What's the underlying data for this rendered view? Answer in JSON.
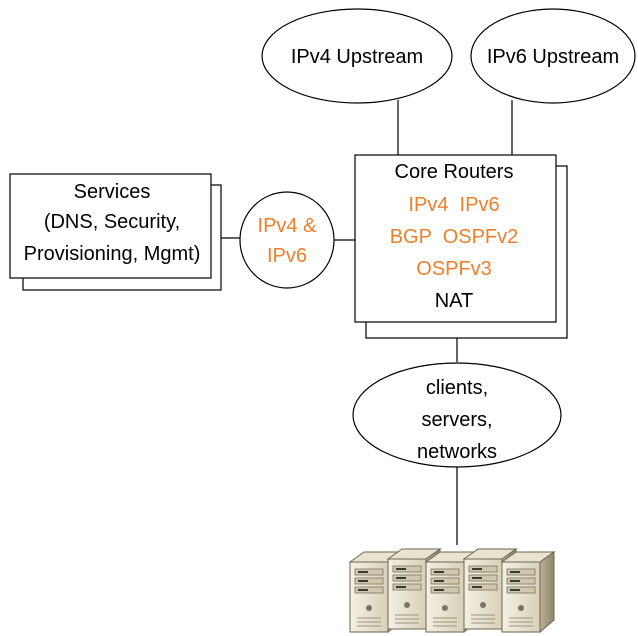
{
  "nodes": {
    "ipv4_upstream": {
      "label": "IPv4 Upstream"
    },
    "ipv6_upstream": {
      "label": "IPv6 Upstream"
    },
    "services": {
      "lines": [
        "Services",
        "(DNS, Security,",
        "Provisioning, Mgmt)"
      ]
    },
    "dual_stack": {
      "lines": [
        "IPv4 &",
        "IPv6"
      ]
    },
    "core_routers": {
      "title": "Core Routers",
      "protocol_lines": [
        "IPv4  IPv6",
        "BGP  OSPFv2",
        "OSPFv3"
      ],
      "nat": "NAT"
    },
    "clients": {
      "lines": [
        "clients,",
        "servers,",
        "networks"
      ]
    },
    "server_farm": {
      "icon": "server-rack-icon",
      "count": 5
    }
  },
  "colors": {
    "protocol_text": "#f07f2b",
    "stroke": "#000000"
  }
}
